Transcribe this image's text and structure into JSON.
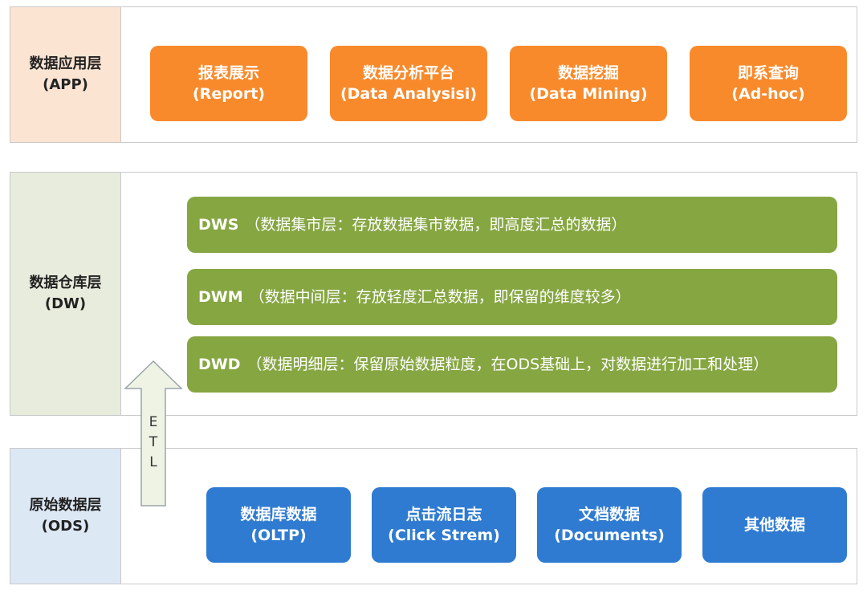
{
  "layers": {
    "app": {
      "name": "数据应用层",
      "code": "(APP)",
      "items": [
        {
          "title": "报表展示",
          "subtitle": "(Report)"
        },
        {
          "title": "数据分析平台",
          "subtitle": "(Data Analysisi)"
        },
        {
          "title": "数据挖掘",
          "subtitle": "(Data Mining)"
        },
        {
          "title": "即系查询",
          "subtitle": "(Ad-hoc)"
        }
      ]
    },
    "dw": {
      "name": "数据仓库层",
      "code": "(DW)",
      "items": [
        {
          "code": "DWS",
          "desc": "（数据集市层：存放数据集市数据，即高度汇总的数据）"
        },
        {
          "code": "DWM",
          "desc": "（数据中间层：存放轻度汇总数据，即保留的维度较多）"
        },
        {
          "code": "DWD",
          "desc": "（数据明细层：保留原始数据粒度，在ODS基础上，对数据进行加工和处理）"
        }
      ]
    },
    "ods": {
      "name": "原始数据层",
      "code": "(ODS)",
      "items": [
        {
          "title": "数据库数据",
          "subtitle": "(OLTP)"
        },
        {
          "title": "点击流日志",
          "subtitle": "(Click Strem)"
        },
        {
          "title": "文档数据",
          "subtitle": "(Documents)"
        },
        {
          "title": "其他数据",
          "subtitle": ""
        }
      ]
    }
  },
  "etl": {
    "letters": [
      "E",
      "T",
      "L"
    ]
  },
  "colors": {
    "app_box": "#f98a2b",
    "dw_box": "#86a642",
    "ods_box": "#2f7bd1",
    "app_label_bg": "#fce4d3",
    "dw_label_bg": "#e7ecdd",
    "ods_label_bg": "#dde8f5",
    "arrow_fill": "#eef3e4"
  }
}
